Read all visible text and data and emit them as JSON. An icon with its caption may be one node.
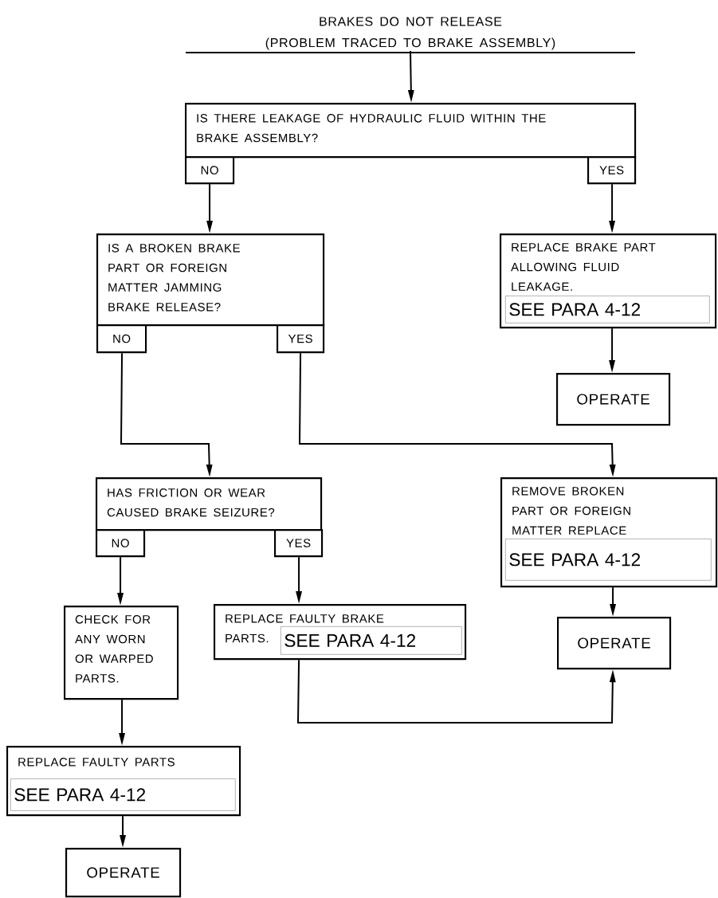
{
  "diagram": {
    "nodes": [
      {
        "text": [
          "BRAKES DO NOT RELEASE",
          "(PROBLEM TRACED TO BRAKE ASSEMBLY)"
        ]
      },
      {
        "text": [
          "IS THERE LEAKAGE OF HYDRAULIC FLUID WITHIN THE BRAKE ASSEMBLY?"
        ]
      },
      {
        "text": [
          "IS A BROKEN BRAKE PART OR FOREIGN MATTER JAMMING BRAKE RELEASE?"
        ]
      },
      {
        "text": [
          "REPLACE BRAKE PART ALLOWING FLUID LEAKAGE.",
          "SEE PARA 4-12"
        ]
      },
      {
        "text": [
          "OPERATE"
        ]
      },
      {
        "text": [
          "HAS FRICTION OR WEAR CAUSED BRAKE SEIZURE?"
        ]
      },
      {
        "text": [
          "REMOVE BROKEN PART OR FOREIGN MATTER REPLACE PART",
          "SEE PARA 4-12"
        ]
      },
      {
        "text": [
          "OPERATE"
        ]
      },
      {
        "text": [
          "CHECK FOR ANY WORN OR WARPED PARTS."
        ]
      },
      {
        "text": [
          "REPLACE FAULTY BRAKE PARTS.",
          "SEE PARA 4-12"
        ]
      },
      {
        "text": [
          "REPLACE FAULTY PARTS",
          "SEE PARA 4-12"
        ]
      },
      {
        "text": [
          "OPERATE"
        ]
      }
    ],
    "edges": [
      {
        "from": 0,
        "to": 1,
        "arrow": "to"
      },
      {
        "from": 1,
        "to": 2,
        "arrow": "to",
        "label": "NO"
      },
      {
        "from": 1,
        "to": 3,
        "arrow": "to",
        "label": "YES"
      },
      {
        "from": 3,
        "to": 4,
        "arrow": "to"
      },
      {
        "from": 2,
        "to": 5,
        "arrow": "to",
        "label": "NO"
      },
      {
        "from": 2,
        "to": 6,
        "arrow": "to",
        "label": "YES"
      },
      {
        "from": 6,
        "to": 7,
        "arrow": "to"
      },
      {
        "from": 5,
        "to": 8,
        "arrow": "to",
        "label": "NO"
      },
      {
        "from": 5,
        "to": 9,
        "arrow": "to",
        "label": "YES"
      },
      {
        "from": 9,
        "to": 7,
        "arrow": "to"
      },
      {
        "from": 8,
        "to": 10,
        "arrow": "to"
      },
      {
        "from": 10,
        "to": 11,
        "arrow": "to"
      }
    ]
  }
}
